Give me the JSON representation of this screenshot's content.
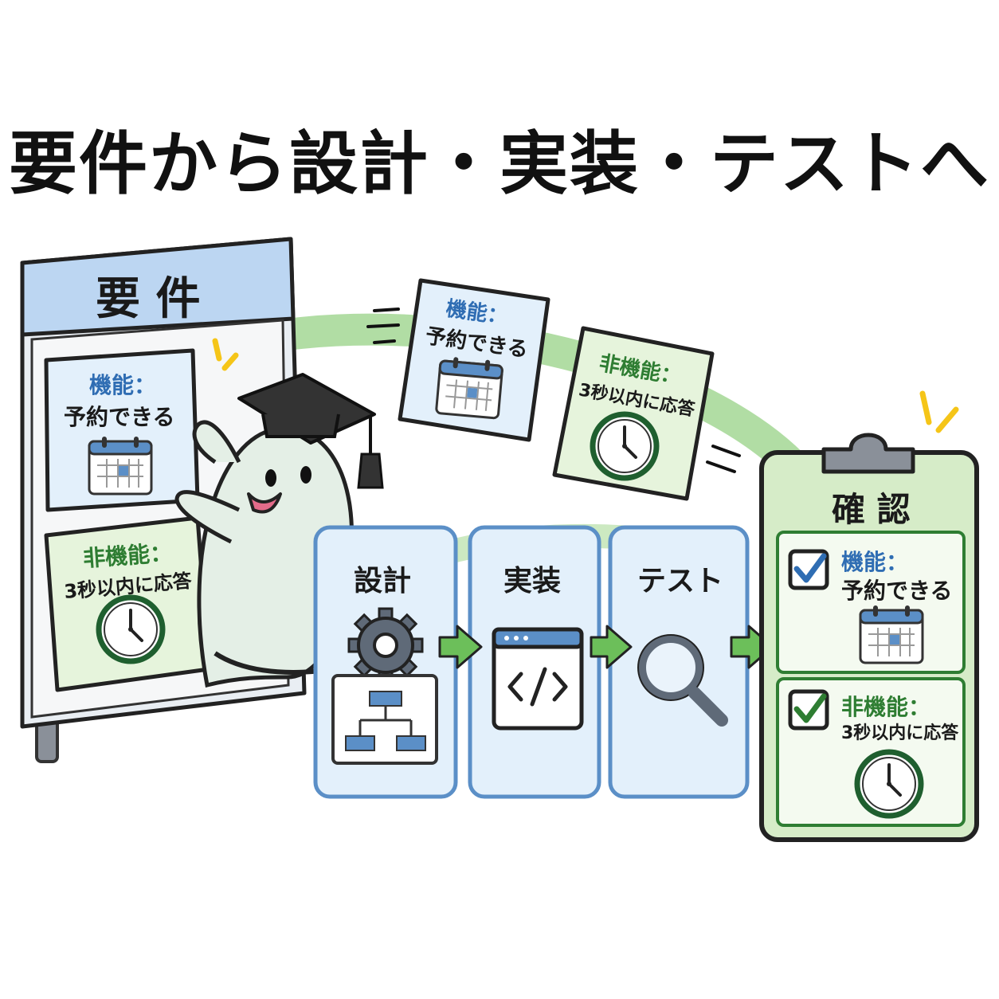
{
  "title": "要件から設計・実装・テストへ",
  "requirements_board": {
    "header": "要 件",
    "functional": {
      "label": "機能：",
      "text": "予約できる"
    },
    "non_functional": {
      "label": "非機能：",
      "text": "3秒以内に応答"
    }
  },
  "floating_cards": {
    "functional": {
      "label": "機能：",
      "text": "予約できる"
    },
    "non_functional": {
      "label": "非機能：",
      "text": "3秒以内に応答"
    }
  },
  "process_steps": [
    {
      "label": "設計",
      "icon": "gear-diagram-icon"
    },
    {
      "label": "実装",
      "icon": "code-window-icon"
    },
    {
      "label": "テスト",
      "icon": "magnifier-icon"
    }
  ],
  "confirmation": {
    "header": "確 認",
    "functional": {
      "label": "機能：",
      "text": "予約できる"
    },
    "non_functional": {
      "label": "非機能：",
      "text": "3秒以内に応答"
    }
  },
  "colors": {
    "blue_fill": "#e3f0fb",
    "blue_stroke": "#5b8fc7",
    "green_fill": "#e6f4dc",
    "green_stroke": "#4f9a4a",
    "arrow_green": "#6cbf5a",
    "accent_yellow": "#f5c518"
  }
}
